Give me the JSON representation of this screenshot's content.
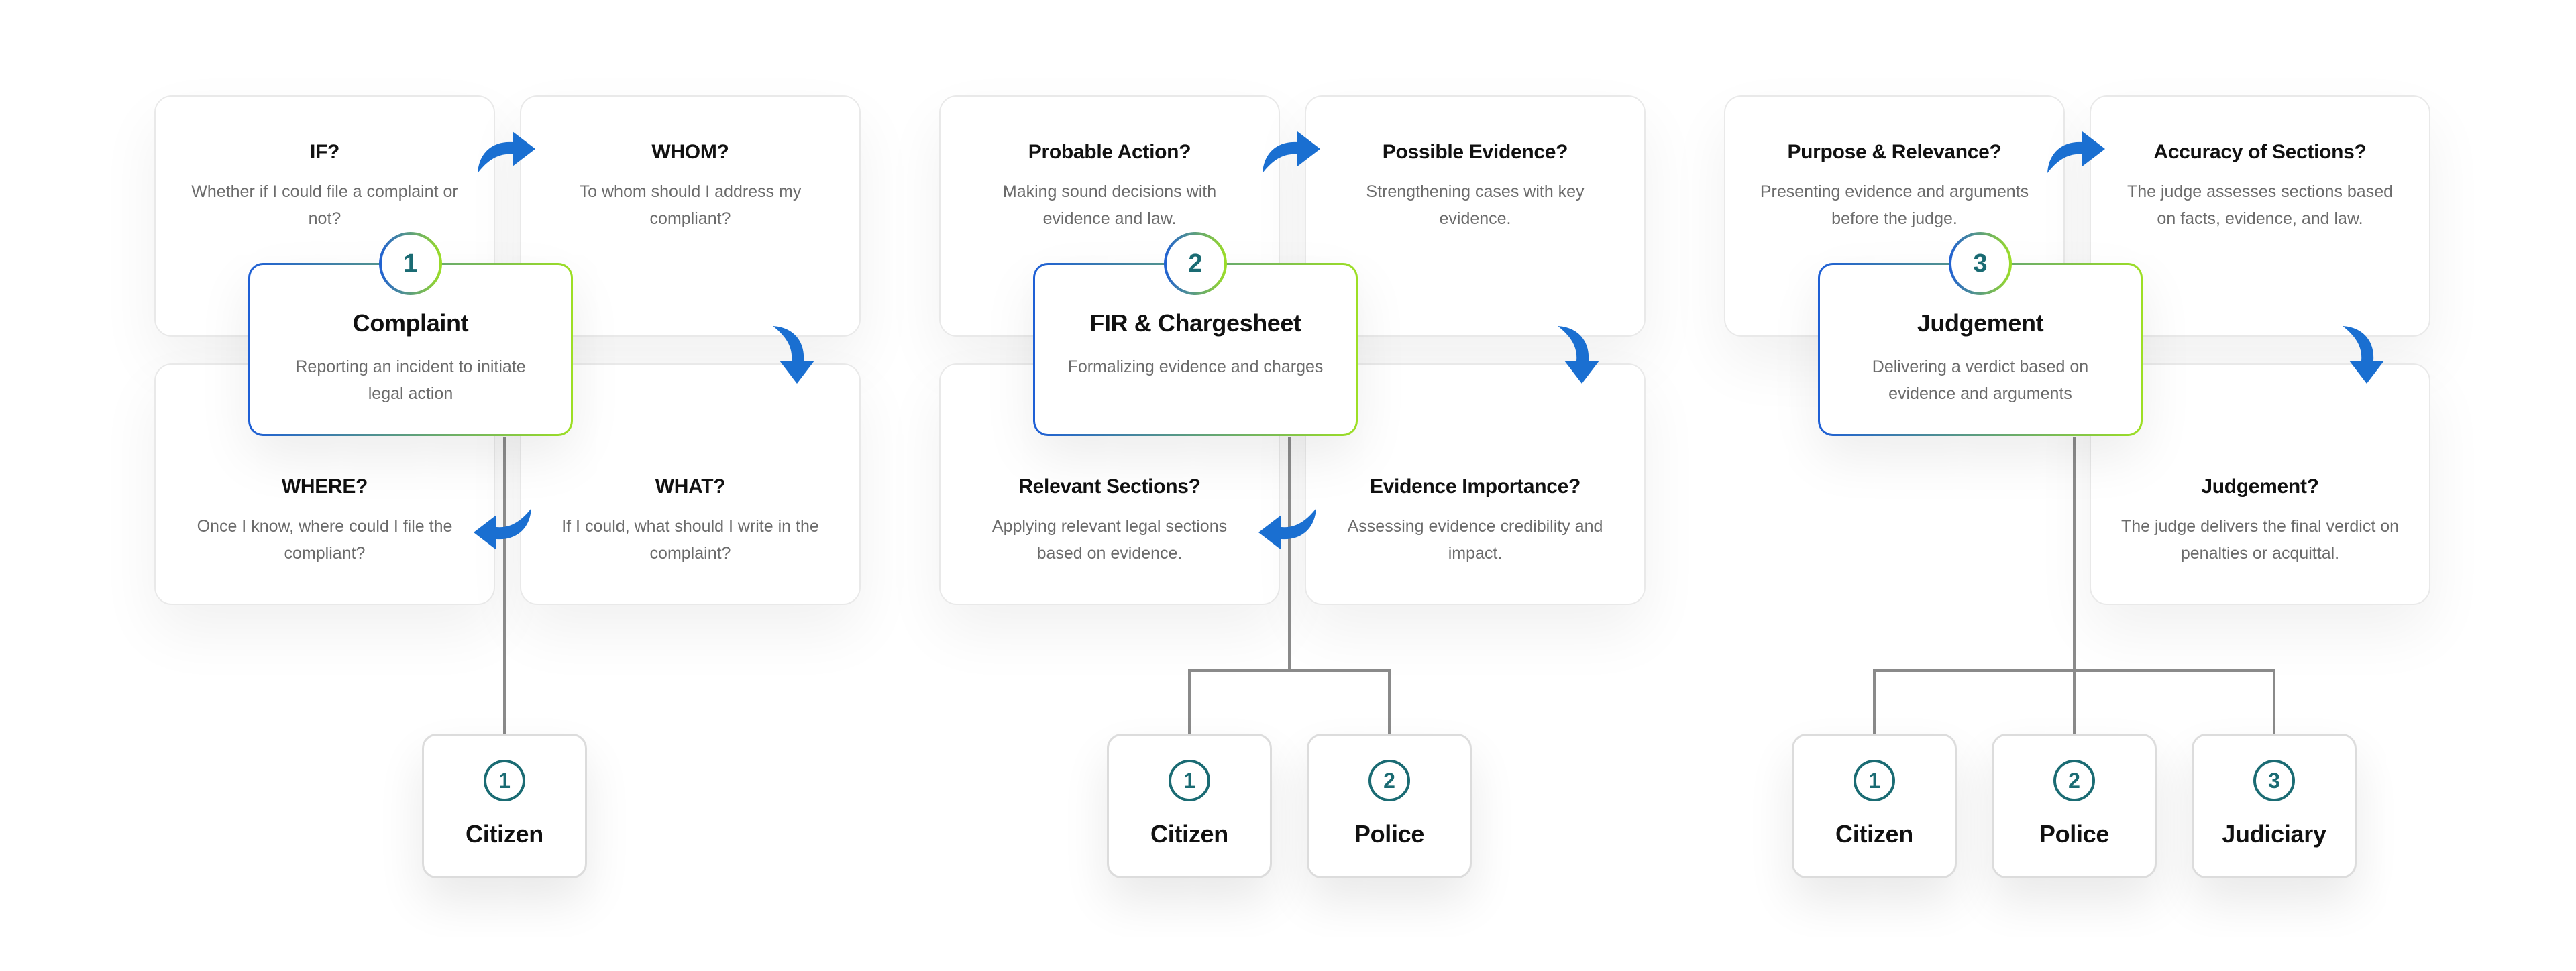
{
  "stages": [
    {
      "number": "1",
      "title": "Complaint",
      "description": "Reporting an incident to initiate legal action",
      "cards": [
        {
          "title": "IF?",
          "description": "Whether if I could file a complaint or not?"
        },
        {
          "title": "WHOM?",
          "description": "To whom should I address my compliant?"
        },
        {
          "title": "WHERE?",
          "description": "Once I know, where could I file the compliant?"
        },
        {
          "title": "WHAT?",
          "description": "If I could, what should I write in the complaint?"
        }
      ],
      "actors": [
        {
          "number": "1",
          "label": "Citizen"
        }
      ]
    },
    {
      "number": "2",
      "title": "FIR & Chargesheet",
      "description": "Formalizing evidence and charges",
      "cards": [
        {
          "title": "Probable Action?",
          "description": "Making sound decisions with evidence and law."
        },
        {
          "title": "Possible Evidence?",
          "description": "Strengthening cases with key evidence."
        },
        {
          "title": "Relevant Sections?",
          "description": "Applying relevant legal sections based on evidence."
        },
        {
          "title": "Evidence Importance?",
          "description": "Assessing evidence credibility and impact."
        }
      ],
      "actors": [
        {
          "number": "1",
          "label": "Citizen"
        },
        {
          "number": "2",
          "label": "Police"
        }
      ]
    },
    {
      "number": "3",
      "title": "Judgement",
      "description": "Delivering a verdict based on evidence and arguments",
      "cards": [
        {
          "title": "Purpose & Relevance?",
          "description": "Presenting evidence and arguments before the judge."
        },
        {
          "title": "Accuracy of Sections?",
          "description": "The judge assesses sections based on facts, evidence, and law."
        },
        {
          "title": "Judgement?",
          "description": "The judge delivers the final verdict on penalties or acquittal."
        }
      ],
      "actors": [
        {
          "number": "1",
          "label": "Citizen"
        },
        {
          "number": "2",
          "label": "Police"
        },
        {
          "number": "3",
          "label": "Judiciary"
        }
      ]
    }
  ],
  "colors": {
    "accent_blue": "#1e5fd6",
    "accent_green": "#9ddf24",
    "arrow_blue": "#1a6fd1",
    "number_teal": "#1a6b73",
    "connector_gray": "#8a8a8a"
  },
  "icons": {
    "flow_arrow": "curved-arrow-icon"
  }
}
